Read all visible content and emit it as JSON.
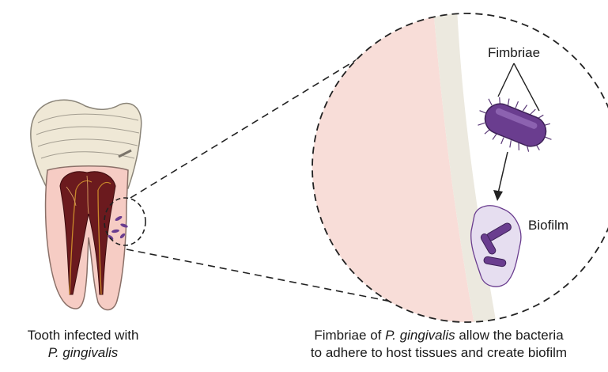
{
  "labels": {
    "fimbriae": "Fimbriae",
    "biofilm": "Biofilm"
  },
  "captions": {
    "left": {
      "line1": "Tooth infected with",
      "line2": "P. gingivalis"
    },
    "right": {
      "line1_pre": "Fimbriae of ",
      "line1_italic": "P. gingivalis",
      "line1_post": " allow the bacteria",
      "line2": "to adhere to host tissues and create biofilm"
    }
  },
  "colors": {
    "enamel": "#efe8d6",
    "dentin": "#f6ccc4",
    "pulp": "#6b1a1e",
    "nerve": "#c9882a",
    "gum_zoom": "#f8ddd8",
    "tooth_surface": "#ece9df",
    "bacteria": "#6a3d8f",
    "biofilm": "#e6def0"
  }
}
